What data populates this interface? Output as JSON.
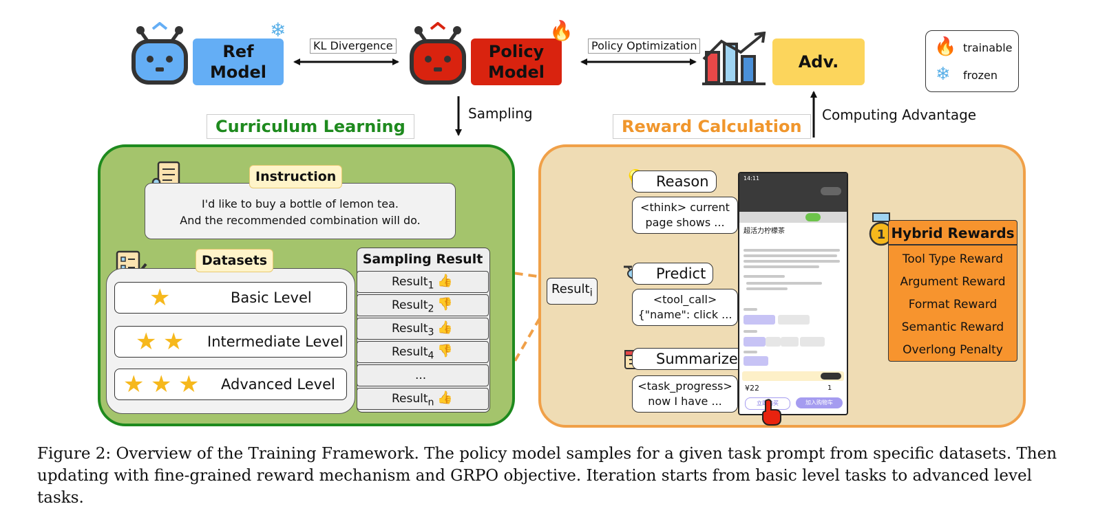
{
  "top": {
    "ref_model": "Ref\nModel",
    "policy_model": "Policy\nModel",
    "adv": "Adv.",
    "kl_divergence": "KL Divergence",
    "policy_optimization": "Policy Optimization",
    "sampling": "Sampling",
    "computing_advantage": "Computing Advantage"
  },
  "legend": {
    "trainable": "trainable",
    "frozen": "frozen"
  },
  "curriculum": {
    "title": "Curriculum Learning",
    "instruction_label": "Instruction",
    "instruction_line1": "I'd like to buy a bottle of lemon tea.",
    "instruction_line2": "And the recommended combination will do.",
    "datasets_label": "Datasets",
    "levels": [
      {
        "label": "Basic Level",
        "stars": 1
      },
      {
        "label": "Intermediate Level",
        "stars": 2
      },
      {
        "label": "Advanced Level",
        "stars": 3
      }
    ],
    "sampling_result_title": "Sampling Result",
    "results": [
      {
        "base": "Result",
        "sub": "1",
        "verdict": "up"
      },
      {
        "base": "Result",
        "sub": "2",
        "verdict": "down"
      },
      {
        "base": "Result",
        "sub": "3",
        "verdict": "up"
      },
      {
        "base": "Result",
        "sub": "4",
        "verdict": "down"
      },
      {
        "base": "...",
        "sub": "",
        "verdict": "none"
      },
      {
        "base": "Result",
        "sub": "n",
        "verdict": "up"
      }
    ]
  },
  "reward": {
    "title": "Reward Calculation",
    "result_base": "Result",
    "result_sub": "i",
    "steps": [
      {
        "head": "Reason",
        "body_line1": "<think> current",
        "body_line2": "page shows ..."
      },
      {
        "head": "Predict",
        "body_line1": "<tool_call>",
        "body_line2": "{\"name\": click ..."
      },
      {
        "head": "Summarize",
        "body_line1": "<task_progress>",
        "body_line2": "now I have ..."
      }
    ],
    "phone": {
      "time": "14:11",
      "product": "超活力柠檬茶",
      "price": "¥22",
      "qty": "1",
      "buy_button": "立即购买",
      "cart_button": "加入购物车"
    },
    "hybrid_title": "Hybrid Rewards",
    "hybrid_items": [
      "Tool Type Reward",
      "Argument Reward",
      "Format Reward",
      "Semantic Reward",
      "Overlong Penalty"
    ]
  },
  "caption": {
    "text": "Figure 2: Overview of the Training Framework. The policy model samples for a given task prompt from specific datasets. Then updating with fine-grained reward mechanism and GRPO objective. Iteration starts from basic level tasks to advanced level tasks."
  },
  "colors": {
    "ref_model_fill": "#64aef5",
    "policy_model_fill": "#d9230f",
    "adv_fill": "#fcd55c",
    "curriculum_panel_fill": "#a4c46c",
    "curriculum_panel_border": "#1e8a1e",
    "curriculum_title": "#1e8a1e",
    "reward_panel_fill": "#efdcb4",
    "reward_panel_border": "#f0a048",
    "reward_title": "#f0962c",
    "hybrid_fill": "#f7942e",
    "star": "#f6b81c"
  }
}
